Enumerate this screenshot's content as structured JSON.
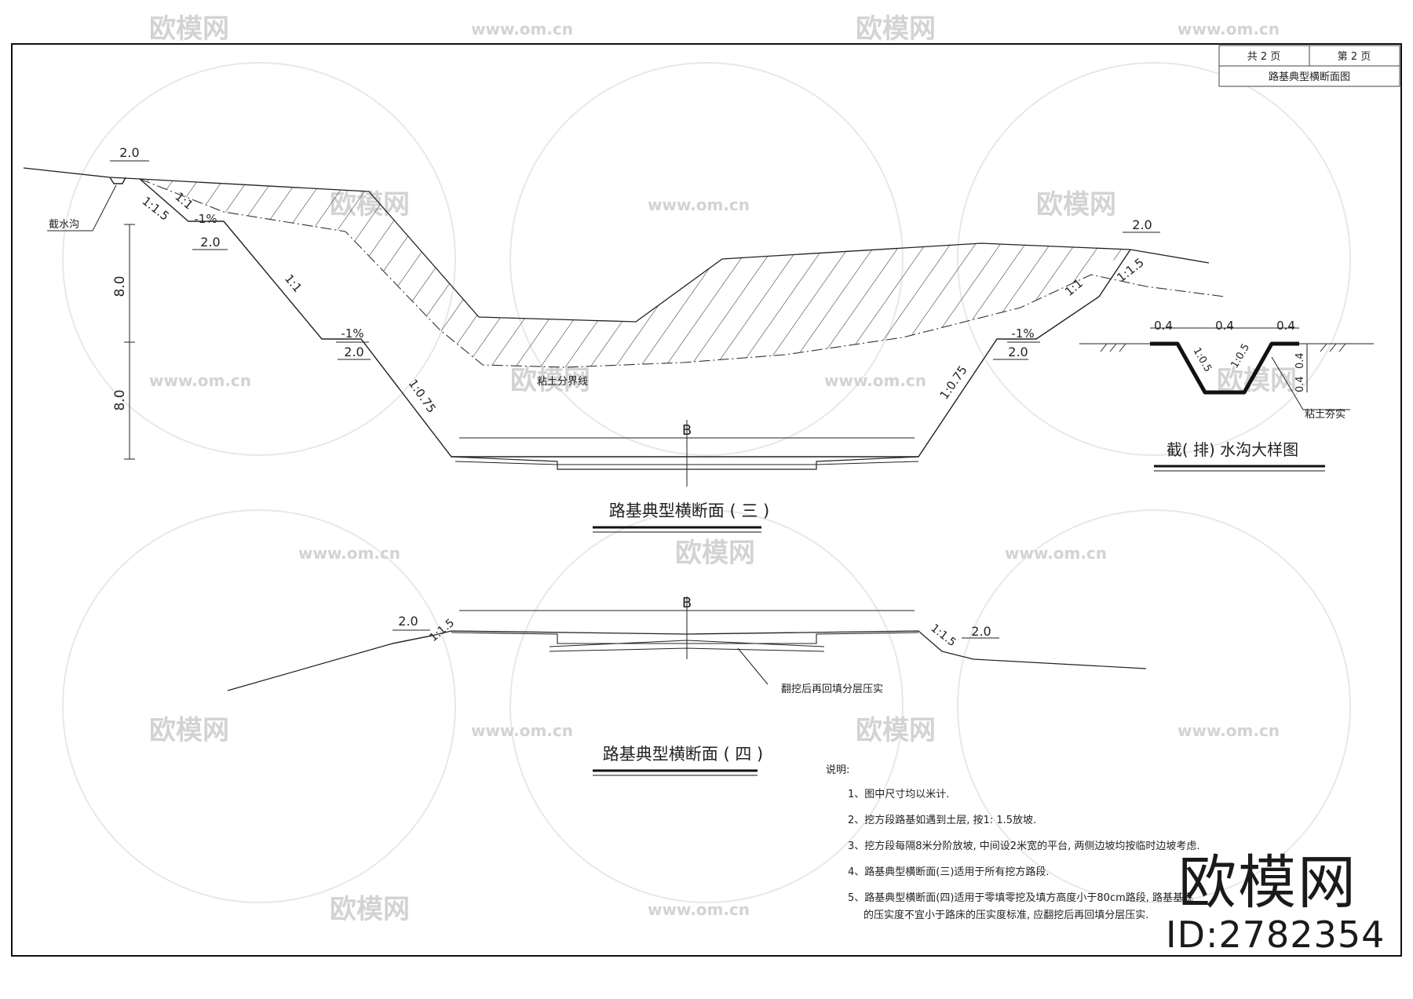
{
  "title_block": {
    "total_pages": "共 2 页",
    "page_no": "第 2 页",
    "drawing_name": "路基典型横断面图"
  },
  "section3": {
    "title": "路基典型横断面 ( 三 )",
    "width_label": "B",
    "dims": {
      "ditch_width": "2.0",
      "slope_ditch": "1:1.5",
      "slope_top": "1:1",
      "grade_left_top": "-1%",
      "bench_left_top": "2.0",
      "height_upper": "8.0",
      "height_lower": "8.0",
      "slope_upper": "1:1",
      "grade_left_mid": "-1%",
      "bench_left_mid": "2.0",
      "slope_lower_left": "1:0.75",
      "slope_lower_right": "1:0.75",
      "grade_right": "-1%",
      "bench_right": "2.0",
      "slope_right_upper": "1:1",
      "slope_right_top": "1:1.5",
      "ditch_width_right": "2.0"
    },
    "labels": {
      "intercept_ditch": "截水沟",
      "soil_line": "粘土分界线"
    }
  },
  "ditch_detail": {
    "title": "截( 排) 水沟大样图",
    "dims": [
      "0.4",
      "0.4",
      "0.4"
    ],
    "slope_left": "1:0.5",
    "slope_right": "1:0.5",
    "depth_1": "0.4",
    "depth_2": "0.4",
    "note": "粘土夯实"
  },
  "section4": {
    "title": "路基典型横断面 ( 四 )",
    "width_label": "B",
    "bench_left": "2.0",
    "slope_left": "1:1.5",
    "slope_right": "1:1.5",
    "bench_right": "2.0",
    "note": "翻挖后再回填分层压实"
  },
  "notes": {
    "heading": "说明:",
    "items": [
      "1、图中尺寸均以米计.",
      "2、挖方段路基如遇到土层, 按1: 1.5放坡.",
      "3、挖方段每隔8米分阶放坡, 中间设2米宽的平台, 两侧边坡均按临时边坡考虑.",
      "4、路基典型横断面(三)适用于所有挖方路段.",
      "5、路基典型横断面(四)适用于零填零挖及填方高度小于80cm路段, 路基基底",
      "的压实度不宜小于路床的压实度标准, 应翻挖后再回填分层压实."
    ]
  },
  "watermark": {
    "brand": "欧模网",
    "url": "www.om.cn"
  },
  "brand_badge": {
    "logo": "欧模网",
    "id": "ID:2782354"
  }
}
